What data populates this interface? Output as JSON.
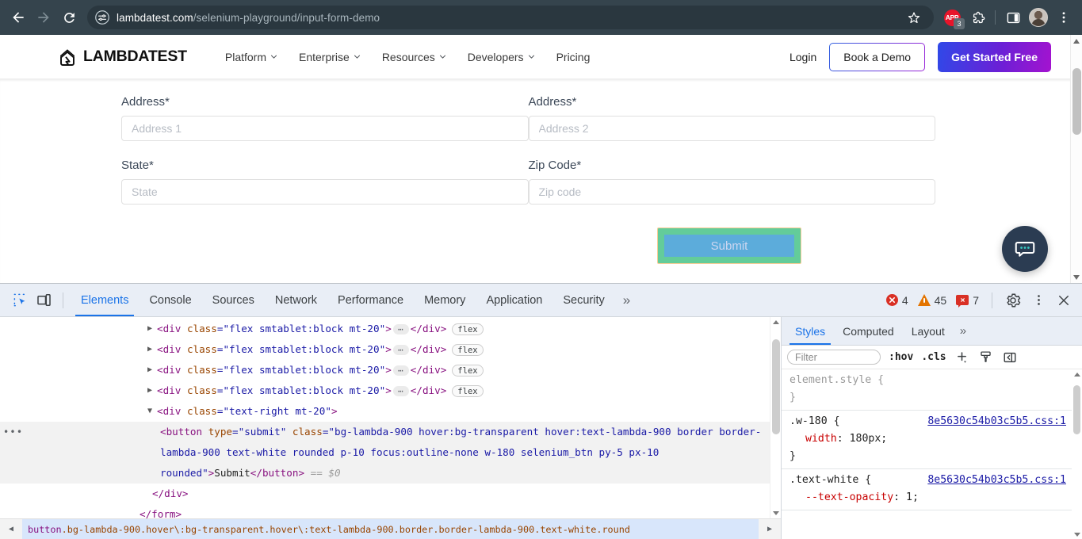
{
  "browser": {
    "back_icon": "back-arrow-icon",
    "forward_icon": "forward-arrow-icon",
    "reload_icon": "reload-icon",
    "omnibox": {
      "site_settings_icon": "tune-settings-icon",
      "domain": "lambdatest.com",
      "path": "/selenium-playground/input-form-demo",
      "bookmark_icon": "star-icon"
    },
    "toolbar": {
      "extension_badge_label": "APP",
      "extension_badge_count": "3",
      "extensions_icon": "puzzle-piece-icon",
      "side_panel_icon": "side-panel-icon",
      "avatar_label": "profile-avatar",
      "menu_icon": "three-dot-menu-icon"
    }
  },
  "site": {
    "logo_text": "LAMBDATEST",
    "nav": [
      {
        "label": "Platform",
        "has_caret": true
      },
      {
        "label": "Enterprise",
        "has_caret": true
      },
      {
        "label": "Resources",
        "has_caret": true
      },
      {
        "label": "Developers",
        "has_caret": true
      },
      {
        "label": "Pricing",
        "has_caret": false
      }
    ],
    "login_label": "Login",
    "demo_label": "Book a Demo",
    "start_label": "Get Started Free",
    "accent_gradient_from": "#2f49e8",
    "accent_gradient_to": "#a413cf"
  },
  "form": {
    "fields": [
      {
        "label": "Address*",
        "placeholder": "Address 1",
        "value": ""
      },
      {
        "label": "Address*",
        "placeholder": "Address 2",
        "value": ""
      },
      {
        "label": "State*",
        "placeholder": "State",
        "value": ""
      },
      {
        "label": "Zip Code*",
        "placeholder": "Zip code",
        "value": ""
      }
    ],
    "submit_label": "Submit",
    "submit_highlight_padding_color": "#63cc9a",
    "submit_content_color": "#5cacdb"
  },
  "chat_widget": {
    "icon": "chat-bubble-icon",
    "bg": "#2b3c52",
    "dot_color": "#37c6c0"
  },
  "devtools": {
    "toolbar": {
      "inspect_icon": "inspect-element-icon",
      "device_icon": "device-toolbar-icon",
      "settings_icon": "gear-icon",
      "more_icon": "three-dot-menu-icon",
      "close_icon": "close-icon",
      "overflow_icon": "chevron-double-right-icon"
    },
    "tabs": [
      {
        "label": "Elements",
        "active": true
      },
      {
        "label": "Console",
        "active": false
      },
      {
        "label": "Sources",
        "active": false
      },
      {
        "label": "Network",
        "active": false
      },
      {
        "label": "Performance",
        "active": false
      },
      {
        "label": "Memory",
        "active": false
      },
      {
        "label": "Application",
        "active": false
      },
      {
        "label": "Security",
        "active": false
      }
    ],
    "counters": {
      "errors": "4",
      "warnings": "45",
      "messages": "7"
    },
    "dom": {
      "repeated_rows": [
        {
          "tag": "div",
          "attr": "class",
          "value": "flex smtablet:block mt-20",
          "badge": "flex"
        },
        {
          "tag": "div",
          "attr": "class",
          "value": "flex smtablet:block mt-20",
          "badge": "flex"
        },
        {
          "tag": "div",
          "attr": "class",
          "value": "flex smtablet:block mt-20",
          "badge": "flex"
        },
        {
          "tag": "div",
          "attr": "class",
          "value": "flex smtablet:block mt-20",
          "badge": "flex"
        }
      ],
      "open_div": {
        "tag": "div",
        "attr": "class",
        "value": "text-right mt-20"
      },
      "selected": {
        "tag": "button",
        "attr1_name": "type",
        "attr1_value": "submit",
        "attr2_name": "class",
        "attr2_value": "bg-lambda-900 hover:bg-transparent hover:text-lambda-900 border border-lambda-900 text-white rounded p-10 focus:outline-none w-180 selenium_btn py-5 px-10 rounded",
        "text": "Submit",
        "marker": "== $0"
      },
      "close_div": "</div>",
      "close_form": "</form>"
    },
    "breadcrumb": {
      "tag": "button",
      "classes": ".bg-lambda-900.hover\\:bg-transparent.hover\\:text-lambda-900.border.border-lambda-900.text-white.round",
      "left_arrow": "scroll-left-icon",
      "right_arrow": "scroll-right-icon"
    },
    "styles": {
      "tabs": [
        {
          "label": "Styles",
          "active": true
        },
        {
          "label": "Computed",
          "active": false
        },
        {
          "label": "Layout",
          "active": false
        }
      ],
      "overflow_icon": "chevron-double-right-icon",
      "filter_placeholder": "Filter",
      "hov_label": ":hov",
      "cls_label": ".cls",
      "new_rule_icon": "plus-icon",
      "class_style_icon": "paint-brush-icon",
      "sidebar_toggle_icon": "toggle-sidebar-icon",
      "rules": [
        {
          "selector": "element.style",
          "selector_muted": true,
          "source": "",
          "declarations": []
        },
        {
          "selector": ".w-180",
          "selector_muted": false,
          "source": "8e5630c54b03c5b5.css:1",
          "declarations": [
            {
              "name": "width",
              "value": "180px;"
            }
          ]
        },
        {
          "selector": ".text-white",
          "selector_muted": false,
          "source": "8e5630c54b03c5b5.css:1",
          "declarations": [
            {
              "name": "--text-opacity",
              "value": "1;"
            }
          ]
        }
      ]
    }
  }
}
